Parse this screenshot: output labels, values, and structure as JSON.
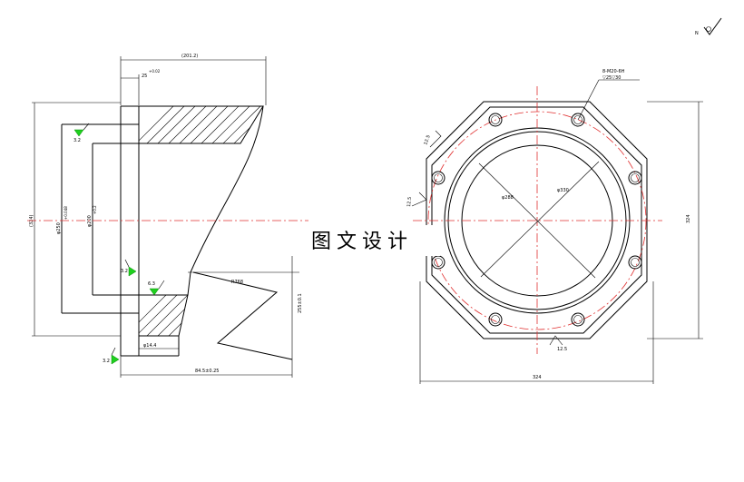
{
  "watermark": "图文设计",
  "left_view": {
    "dims": {
      "total_length": "(201.2)",
      "top_flange": "25",
      "top_flange_tol": "+0.02",
      "overall_height": "(324)",
      "inner_bore": "φ250",
      "inner_bore_tol": "+0.048",
      "shaft": "φ200",
      "shaft_tol": "+0.2",
      "bottom_flange": "φ14.4",
      "radius": "R768",
      "offset": "84.5±0.25",
      "right_height": "255±0.1"
    },
    "roughness": {
      "a": "3.2",
      "b": "3.2",
      "c": "6.3",
      "d": "3.2"
    }
  },
  "right_view": {
    "hole_callout_1": "8-M20-6H",
    "hole_callout_2": "▽25▽30",
    "dia_inner": "φ288",
    "dia_bolt": "φ330",
    "height": "324",
    "width": "324",
    "chamfer_1": "12.5",
    "chamfer_2": "12.5",
    "chamfer_3": "12.5"
  },
  "finish_symbol": "N"
}
